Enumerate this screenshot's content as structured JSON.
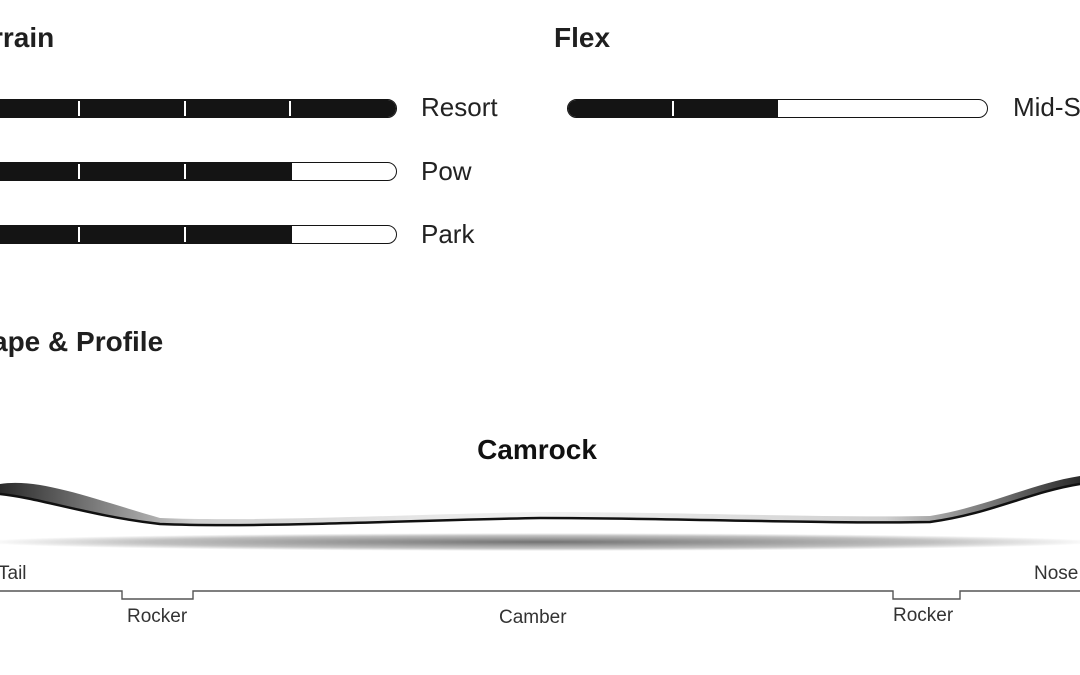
{
  "terrain": {
    "heading": "rrain",
    "bars": [
      {
        "label": "Resort",
        "level": 1.0
      },
      {
        "label": "Pow",
        "level": 0.75
      },
      {
        "label": "Park",
        "level": 0.75
      }
    ]
  },
  "flex": {
    "heading": "Flex",
    "bars": [
      {
        "label": "Mid-S",
        "level": 0.5
      }
    ]
  },
  "shape_profile": {
    "heading": "ape & Profile",
    "board_title": "Camrock",
    "labels": {
      "tail": "Tail",
      "nose": "Nose",
      "rocker_left": "Rocker",
      "camber": "Camber",
      "rocker_right": "Rocker"
    }
  },
  "colors": {
    "bar_fill": "#141414",
    "text": "#1a1a1a",
    "background": "#ffffff"
  }
}
